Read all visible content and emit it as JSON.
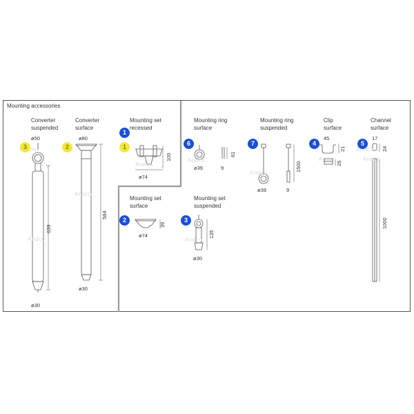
{
  "title": "Mounting accessories",
  "watermark": "Andco",
  "colors": {
    "badge_blue": "#1a4fd6",
    "badge_yellow": "#f2e83a",
    "line": "#555555"
  },
  "items": {
    "converter_suspended": {
      "label_1": "Converter",
      "label_2": "suspended",
      "badge": "3",
      "top_dim": "ø50",
      "length": "639",
      "bottom_dim": "ø30"
    },
    "converter_surface": {
      "label_1": "Converter",
      "label_2": "surface",
      "badge": "2",
      "top_dim": "ø80",
      "length": "584",
      "bottom_dim": "ø30"
    },
    "mounting_set_recessed": {
      "label_1": "Mounting set",
      "label_2": "recessed",
      "badge_blue": "1",
      "badge_yellow": "1",
      "height": "100",
      "width": "ø74"
    },
    "mounting_set_surface": {
      "label_1": "Mounting set",
      "label_2": "surface",
      "badge": "2",
      "height": "39",
      "width": "ø74"
    },
    "mounting_set_suspended": {
      "label_1": "Mounting set",
      "label_2": "suspended",
      "badge": "3",
      "height": "135",
      "width": "ø30"
    },
    "mounting_ring_surface": {
      "label_1": "Mounting ring",
      "label_2": "surface",
      "badge": "6",
      "width": "ø39",
      "height": "61",
      "depth": "9"
    },
    "mounting_ring_suspended": {
      "label_1": "Mounting ring",
      "label_2": "suspended",
      "badge": "7",
      "width": "ø39",
      "height": "1500",
      "depth": "9"
    },
    "clip_surface": {
      "label_1": "Clip",
      "label_2": "surface",
      "badge": "4",
      "width": "45",
      "height": "21",
      "depth": "26"
    },
    "channel_surface": {
      "label_1": "Channel",
      "label_2": "surface",
      "badge": "5",
      "width": "17",
      "height": "24",
      "length": "1000"
    }
  }
}
